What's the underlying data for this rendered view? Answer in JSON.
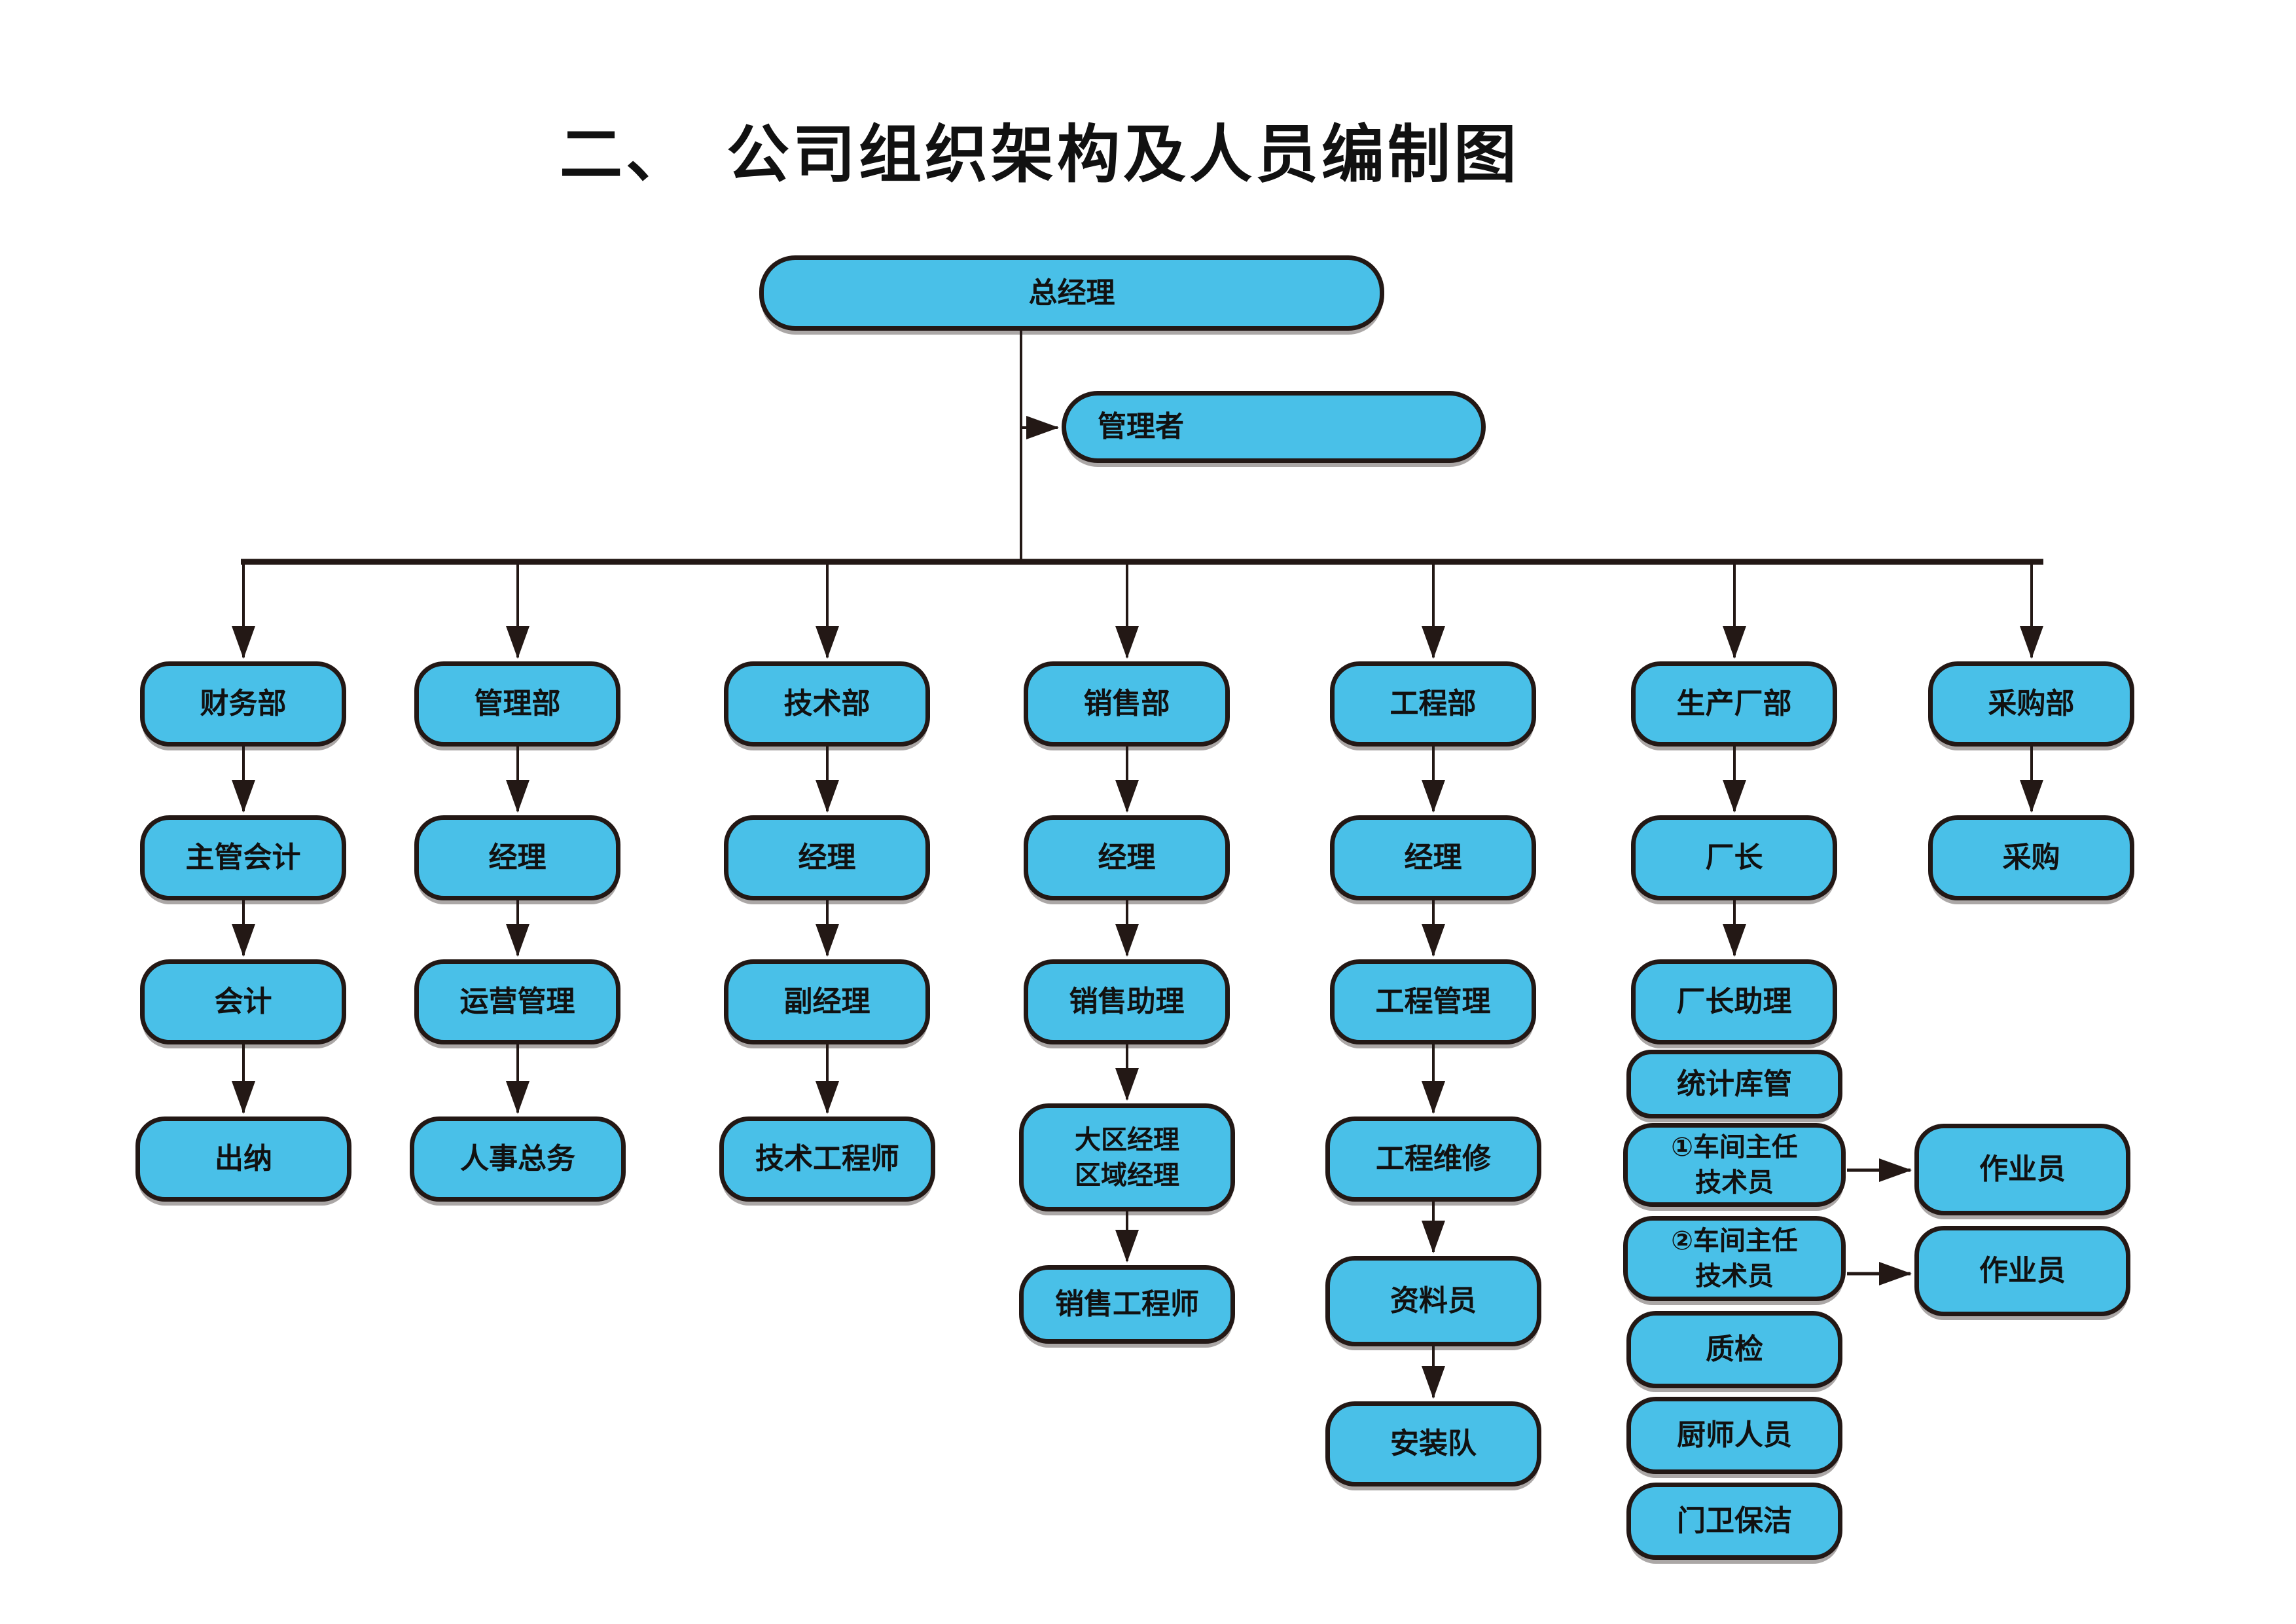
{
  "title": "二、　公司组织架构及人员编制图",
  "colors": {
    "box_fill": "#49C0E8",
    "box_border": "#231815",
    "connector_line": "#231815",
    "background": "#FFFFFF",
    "text": "#111111"
  },
  "nodes": {
    "general_manager": "总经理",
    "manager": "管理者",
    "finance_dept": "财务部",
    "admin_dept": "管理部",
    "tech_dept": "技术部",
    "sales_dept": "销售部",
    "engineering_dept": "工程部",
    "production_dept": "生产厂部",
    "purchasing_dept": "采购部",
    "chief_accountant": "主管会计",
    "admin_manager": "经理",
    "tech_manager": "经理",
    "sales_manager": "经理",
    "engineering_manager": "经理",
    "factory_director": "厂长",
    "purchaser": "采购",
    "accountant": "会计",
    "operations_management": "运营管理",
    "deputy_manager": "副经理",
    "sales_assistant": "销售助理",
    "engineering_management": "工程管理",
    "factory_director_assistant": "厂长助理",
    "cashier": "出纳",
    "hr_general_affairs": "人事总务",
    "technical_engineer": "技术工程师",
    "regional_manager": "大区经理\n区域经理",
    "engineering_maintenance": "工程维修",
    "stats_warehouse": "统计库管",
    "workshop_director_1": "①车间主任\n技术员",
    "workshop_director_2": "②车间主任\n技术员",
    "quality_inspection": "质检",
    "kitchen_staff": "厨师人员",
    "security_cleaning": "门卫保洁",
    "operator_1": "作业员",
    "operator_2": "作业员",
    "sales_engineer": "销售工程师",
    "documentation_clerk": "资料员",
    "installation_team": "安装队"
  },
  "edges": [
    [
      "general_manager",
      "manager"
    ],
    [
      "general_manager",
      "finance_dept"
    ],
    [
      "general_manager",
      "admin_dept"
    ],
    [
      "general_manager",
      "tech_dept"
    ],
    [
      "general_manager",
      "sales_dept"
    ],
    [
      "general_manager",
      "engineering_dept"
    ],
    [
      "general_manager",
      "production_dept"
    ],
    [
      "general_manager",
      "purchasing_dept"
    ],
    [
      "finance_dept",
      "chief_accountant"
    ],
    [
      "chief_accountant",
      "accountant"
    ],
    [
      "accountant",
      "cashier"
    ],
    [
      "admin_dept",
      "admin_manager"
    ],
    [
      "admin_manager",
      "operations_management"
    ],
    [
      "operations_management",
      "hr_general_affairs"
    ],
    [
      "tech_dept",
      "tech_manager"
    ],
    [
      "tech_manager",
      "deputy_manager"
    ],
    [
      "deputy_manager",
      "technical_engineer"
    ],
    [
      "sales_dept",
      "sales_manager"
    ],
    [
      "sales_manager",
      "sales_assistant"
    ],
    [
      "sales_assistant",
      "regional_manager"
    ],
    [
      "regional_manager",
      "sales_engineer"
    ],
    [
      "engineering_dept",
      "engineering_manager"
    ],
    [
      "engineering_manager",
      "engineering_management"
    ],
    [
      "engineering_management",
      "engineering_maintenance"
    ],
    [
      "engineering_maintenance",
      "documentation_clerk"
    ],
    [
      "documentation_clerk",
      "installation_team"
    ],
    [
      "production_dept",
      "factory_director"
    ],
    [
      "factory_director",
      "factory_director_assistant"
    ],
    [
      "purchasing_dept",
      "purchaser"
    ],
    [
      "workshop_director_1",
      "operator_1"
    ],
    [
      "workshop_director_2",
      "operator_2"
    ]
  ],
  "production_subordinates": [
    "stats_warehouse",
    "workshop_director_1",
    "workshop_director_2",
    "quality_inspection",
    "kitchen_staff",
    "security_cleaning"
  ]
}
